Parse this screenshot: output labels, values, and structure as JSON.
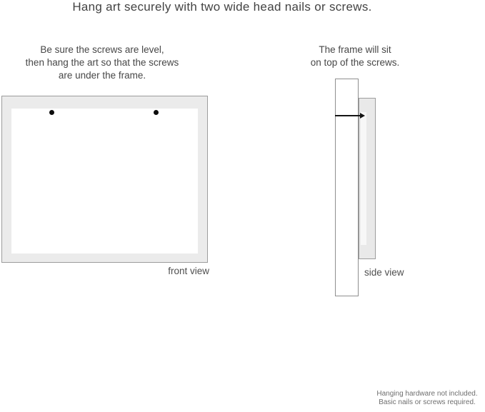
{
  "title": "Hang art securely with two wide head nails or screws.",
  "front_view": {
    "note": "Be sure the screws are level,\nthen hang the art so that the screws\nare under the frame.",
    "label": "front view",
    "screw_count": 2
  },
  "side_view": {
    "note": "The frame will sit\non top of the screws.",
    "label": "side view"
  },
  "footer": "Hanging hardware not included.\nBasic nails or screws required.",
  "colors": {
    "frame_fill": "#ebebeb",
    "frame_border": "#9c9c9c",
    "artwork_fill": "#ffffff",
    "nail": "#141414",
    "heading_text": "#434343",
    "body_text": "#474747",
    "footer_text": "#6f6f6f"
  }
}
